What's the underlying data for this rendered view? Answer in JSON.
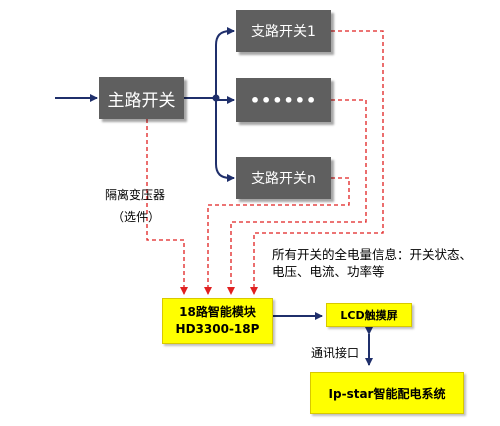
{
  "main_switch": {
    "label": "主路开关"
  },
  "branches": {
    "first": "支路开关1",
    "ellipsis": "••••••",
    "last": "支路开关n"
  },
  "isolation_transformer": {
    "label": "隔离变压器",
    "note": "（选件）"
  },
  "info_label": "所有开关的全电量信息：开关状态、电压、电流、功率等",
  "module": {
    "line1": "18路智能模块",
    "line2": "HD3300-18P"
  },
  "lcd": {
    "label": "LCD触摸屏"
  },
  "comm_label": "通讯接口",
  "system": {
    "label": "Ip-star智能配电系统"
  },
  "colors": {
    "navy": "#1f2f6b",
    "red": "#e02020",
    "gray_box": "#5f5f5f",
    "yellow_box": "#ffff00"
  }
}
